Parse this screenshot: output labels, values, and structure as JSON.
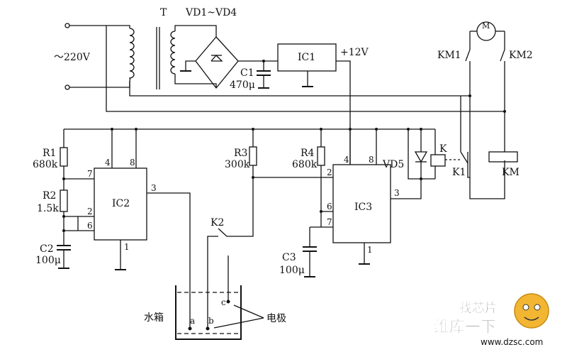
{
  "labels": {
    "transformer": "T",
    "rectifier": "VD1~VD4",
    "mains": "～220V",
    "ic1": "IC1",
    "plus12v": "+12V",
    "c1_name": "C1",
    "c1_value": "470μ",
    "km1": "KM1",
    "km2": "KM2",
    "motor": "M",
    "r1_name": "R1",
    "r1_value": "680k",
    "r2_name": "R2",
    "r2_value": "1.5k",
    "c2_name": "C2",
    "c2_value": "100μ",
    "ic2": "IC2",
    "r3_name": "R3",
    "r3_value": "300k",
    "r4_name": "R4",
    "r4_value": "680k",
    "ic3": "IC3",
    "c3_name": "C3",
    "c3_value": "100μ",
    "vd5": "VD5",
    "relay_k": "K",
    "k1": "K1",
    "km": "KM",
    "k2": "K2",
    "tank": "水箱",
    "electrode": "电极",
    "probe_a": "a",
    "probe_b": "b",
    "probe_c": "c"
  },
  "pins": {
    "ic2_p4": "4",
    "ic2_p8": "8",
    "ic2_p7": "7",
    "ic2_p2": "2",
    "ic2_p6": "6",
    "ic2_p3": "3",
    "ic2_p1": "1",
    "ic3_p2": "2",
    "ic3_p4": "4",
    "ic3_p8": "8",
    "ic3_p6": "6",
    "ic3_p7": "7",
    "ic3_p3": "3",
    "ic3_p1": "1"
  },
  "watermark": {
    "top": "找芯片",
    "middle": "维库一下",
    "url": "www.dzsc.com"
  },
  "colors": {
    "wire": "#111111",
    "watermark_red": "#e3342a",
    "watermark_face": "#f2b632"
  }
}
